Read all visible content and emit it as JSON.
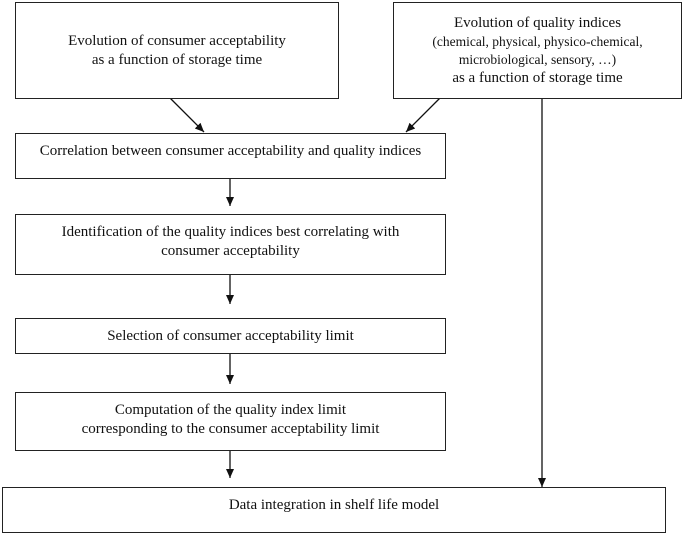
{
  "boxes": {
    "consumer_acceptability": {
      "line1": "Evolution of consumer acceptability",
      "line2": "as a function of storage time"
    },
    "quality_indices": {
      "line1": "Evolution of quality indices",
      "line2": "(chemical, physical, physico-chemical,",
      "line3": "microbiological, sensory, …)",
      "line4": "as a function of storage time"
    },
    "correlation": {
      "line1": "Correlation between consumer acceptability and quality indices"
    },
    "identification": {
      "line1": "Identification of the quality indices best correlating with",
      "line2": "consumer acceptability"
    },
    "selection": {
      "line1": "Selection of consumer acceptability limit"
    },
    "computation": {
      "line1": "Computation of the quality index limit",
      "line2": "corresponding to the consumer acceptability limit"
    },
    "integration": {
      "line1": "Data integration in shelf life model"
    }
  }
}
